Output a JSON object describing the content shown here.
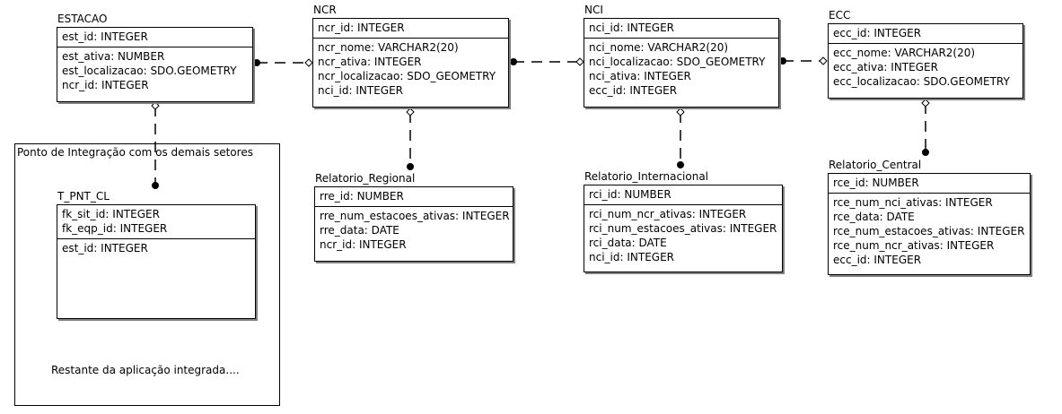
{
  "integration_area": {
    "title": "Ponto de Integração com os demais setores",
    "note": "Restante da aplicação integrada...."
  },
  "entities": {
    "estacao": {
      "name": "ESTACAO",
      "pk": [
        "est_id: INTEGER"
      ],
      "attrs": [
        "est_ativa: NUMBER",
        "est_localizacao: SDO.GEOMETRY",
        "ncr_id: INTEGER"
      ]
    },
    "ncr": {
      "name": "NCR",
      "pk": [
        "ncr_id: INTEGER"
      ],
      "attrs": [
        "ncr_nome: VARCHAR2(20)",
        "ncr_ativa: INTEGER",
        "ncr_localizacao: SDO_GEOMETRY",
        "nci_id: INTEGER"
      ]
    },
    "nci": {
      "name": "NCI",
      "pk": [
        "nci_id: INTEGER"
      ],
      "attrs": [
        "nci_nome: VARCHAR2(20)",
        "nci_localizacao: SDO_GEOMETRY",
        "nci_ativa: INTEGER",
        "ecc_id: INTEGER"
      ]
    },
    "ecc": {
      "name": "ECC",
      "pk": [
        "ecc_id: INTEGER"
      ],
      "attrs": [
        "ecc_nome: VARCHAR2(20)",
        "ecc_ativa: INTEGER",
        "ecc_localizacao: SDO.GEOMETRY"
      ]
    },
    "t_pnt_cl": {
      "name": "T_PNT_CL",
      "pk": [
        "fk_sit_id: INTEGER",
        "fk_eqp_id: INTEGER"
      ],
      "attrs": [
        "est_id: INTEGER"
      ]
    },
    "relatorio_regional": {
      "name": "Relatorio_Regional",
      "pk": [
        "rre_id: NUMBER"
      ],
      "attrs": [
        "rre_num_estacoes_ativas: INTEGER",
        "rre_data: DATE",
        "ncr_id: INTEGER"
      ]
    },
    "relatorio_internacional": {
      "name": "Relatorio_Internacional",
      "pk": [
        "rci_id: NUMBER"
      ],
      "attrs": [
        "rci_num_ncr_ativas: INTEGER",
        "rci_num_estacoes_ativas: INTEGER",
        "rci_data: DATE",
        "nci_id: INTEGER"
      ]
    },
    "relatorio_central": {
      "name": "Relatorio_Central",
      "pk": [
        "rce_id: NUMBER"
      ],
      "attrs": [
        "rce_num_nci_ativas: INTEGER",
        "rce_data: DATE",
        "rce_num_estacoes_ativas: INTEGER",
        "rce_num_ncr_ativas: INTEGER",
        "ecc_id: INTEGER"
      ]
    }
  },
  "relationships": [
    {
      "from": "estacao",
      "to": "ncr"
    },
    {
      "from": "ncr",
      "to": "nci"
    },
    {
      "from": "nci",
      "to": "ecc"
    },
    {
      "from": "estacao",
      "to": "t_pnt_cl"
    },
    {
      "from": "ncr",
      "to": "relatorio_regional"
    },
    {
      "from": "nci",
      "to": "relatorio_internacional"
    },
    {
      "from": "ecc",
      "to": "relatorio_central"
    }
  ]
}
